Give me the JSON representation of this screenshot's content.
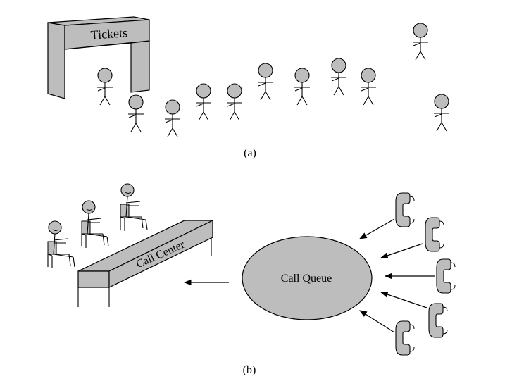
{
  "colors": {
    "fill": "#bdbdbd",
    "stroke": "#000000",
    "background": "#ffffff"
  },
  "panel_a": {
    "sign_text": "Tickets",
    "caption": "(a)"
  },
  "panel_b": {
    "counter_text": "Call Center",
    "queue_text": "Call Queue",
    "caption": "(b)"
  },
  "icons": [
    "stick-figure-icon",
    "phone-handset-icon",
    "seated-agent-icon"
  ]
}
